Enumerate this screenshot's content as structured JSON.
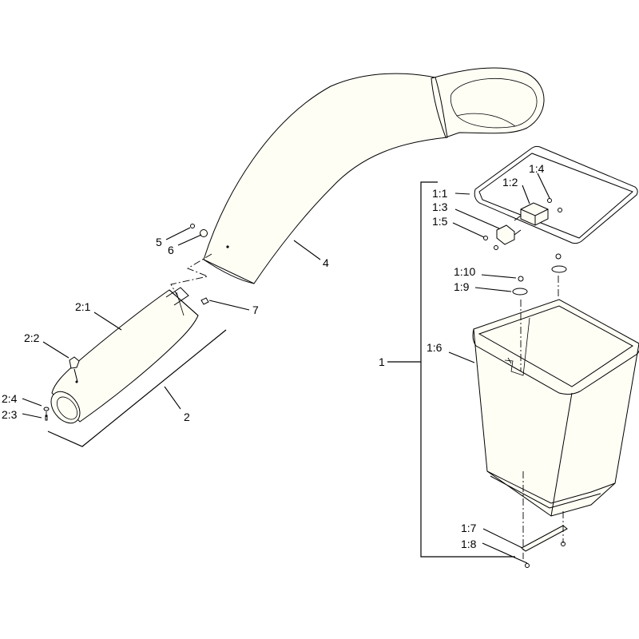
{
  "callouts": {
    "c1": "1",
    "c1_1": "1:1",
    "c1_2": "1:2",
    "c1_3": "1:3",
    "c1_4": "1:4",
    "c1_5": "1:5",
    "c1_6": "1:6",
    "c1_7": "1:7",
    "c1_8": "1:8",
    "c1_9": "1:9",
    "c1_10": "1:10",
    "c2": "2",
    "c2_1": "2:1",
    "c2_2": "2:2",
    "c2_3": "2:3",
    "c2_4": "2:4",
    "c4": "4",
    "c5": "5",
    "c6": "6",
    "c7": "7"
  },
  "colors": {
    "paper": "#ffffff",
    "ink": "#000000",
    "part_fill": "#fffef5"
  }
}
